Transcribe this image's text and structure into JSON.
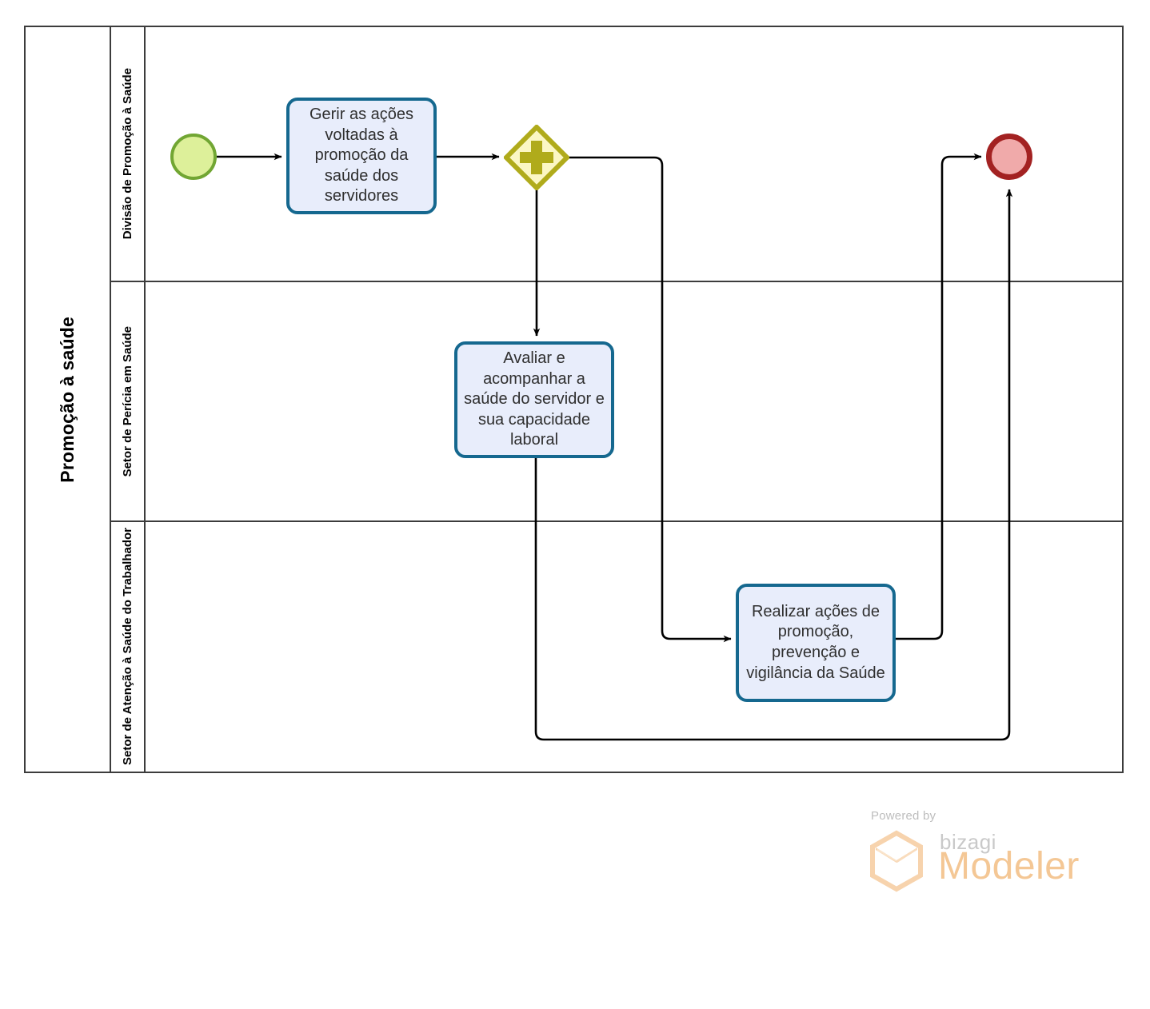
{
  "diagram": {
    "type": "bpmn-process-diagram",
    "pool": {
      "name": "Promoção à saúde",
      "lanes": [
        {
          "id": "lane-1",
          "name": "Divisão de Promoção à Saúde"
        },
        {
          "id": "lane-2",
          "name": "Setor de Perícia em Saúde"
        },
        {
          "id": "lane-3",
          "name": "Setor de Atenção à Saúde do Trabalhador"
        }
      ]
    },
    "nodes": [
      {
        "id": "start-event",
        "type": "start-event",
        "lane": "lane-1",
        "label": ""
      },
      {
        "id": "task-1",
        "type": "task",
        "lane": "lane-1",
        "label": "Gerir as ações voltadas à promoção da saúde dos servidores"
      },
      {
        "id": "gateway-1",
        "type": "parallel-gateway",
        "lane": "lane-1",
        "label": "",
        "marker": "+"
      },
      {
        "id": "task-2",
        "type": "task",
        "lane": "lane-2",
        "label": "Avaliar e acompanhar a saúde do servidor e sua capacidade laboral"
      },
      {
        "id": "task-3",
        "type": "task",
        "lane": "lane-3",
        "label": "Realizar ações de promoção, prevenção e vigilância da Saúde"
      },
      {
        "id": "end-event",
        "type": "end-event",
        "lane": "lane-1",
        "label": ""
      }
    ],
    "flows": [
      {
        "from": "start-event",
        "to": "task-1",
        "label": ""
      },
      {
        "from": "task-1",
        "to": "gateway-1",
        "label": ""
      },
      {
        "from": "gateway-1",
        "to": "task-2",
        "label": ""
      },
      {
        "from": "gateway-1",
        "to": "task-3",
        "label": ""
      },
      {
        "from": "task-2",
        "to": "end-event",
        "label": ""
      },
      {
        "from": "task-3",
        "to": "end-event",
        "label": ""
      }
    ],
    "colors": {
      "pool_border": "#3c3c3c",
      "task_fill": "#e8edfb",
      "task_border": "#15688f",
      "start_fill": "#ddf09a",
      "start_border": "#71a633",
      "end_fill": "#f0aaaa",
      "end_border": "#a32222",
      "gateway_fill": "#fbf7c4",
      "gateway_border": "#b0ab1b",
      "connector": "#000000"
    }
  },
  "watermark": {
    "powered_by": "Powered by",
    "brand": "bizagi",
    "product": "Modeler",
    "logo_icon": "hexagon-cube-icon",
    "brand_color": "#f4c795"
  }
}
